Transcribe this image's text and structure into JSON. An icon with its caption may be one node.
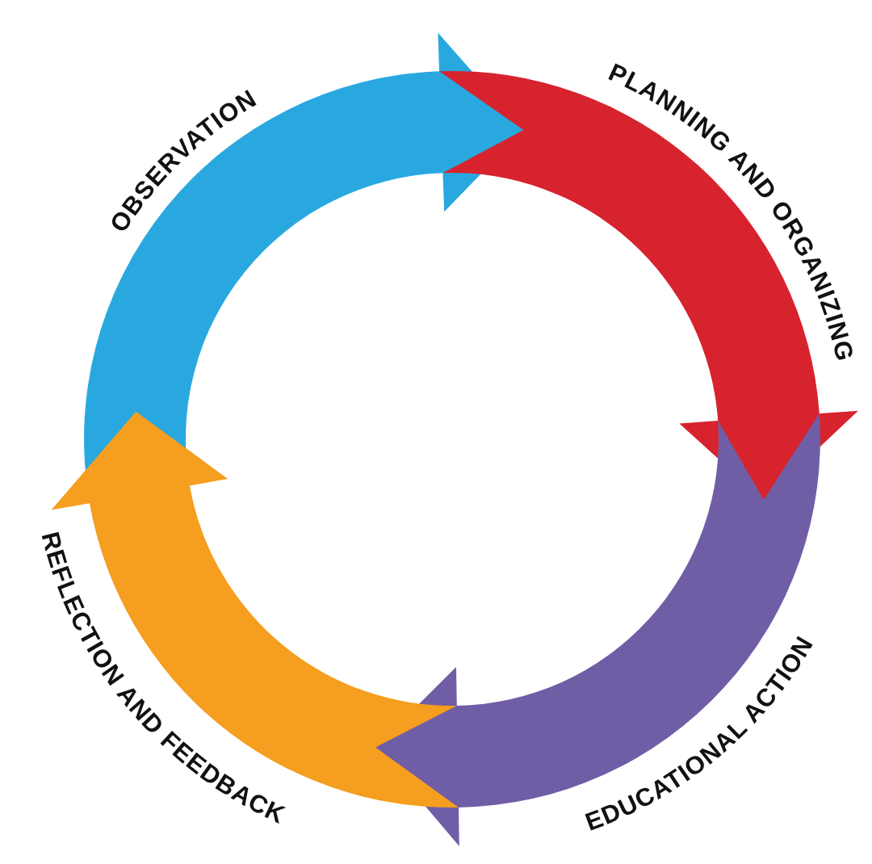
{
  "diagram": {
    "nodes": [
      {
        "text": [
          "OBSERVATION"
        ]
      },
      {
        "text": [
          "PLANNING AND ORGANIZING"
        ]
      },
      {
        "text": [
          "EDUCATIONAL ACTION"
        ]
      },
      {
        "text": [
          "REFLECTION AND FEEDBACK"
        ]
      }
    ]
  }
}
